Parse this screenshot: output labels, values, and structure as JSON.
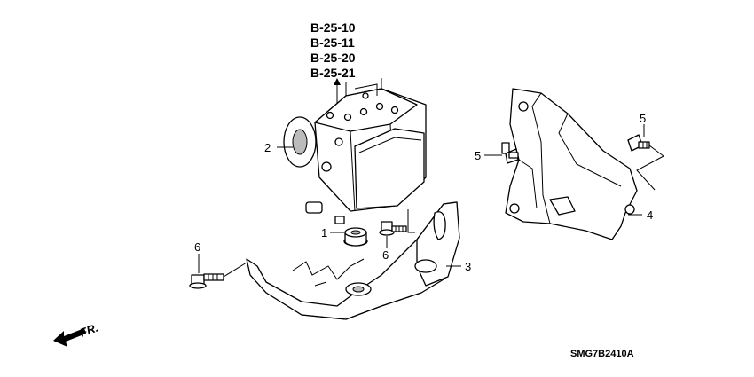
{
  "references": [
    "B-25-10",
    "B-25-11",
    "B-25-20",
    "B-25-21"
  ],
  "callouts": {
    "c1": "1",
    "c2": "2",
    "c3": "3",
    "c4": "4",
    "c5a": "5",
    "c5b": "5",
    "c6a": "6",
    "c6b": "6"
  },
  "direction_label": "FR.",
  "diagram_code": "SMG7B2410A"
}
